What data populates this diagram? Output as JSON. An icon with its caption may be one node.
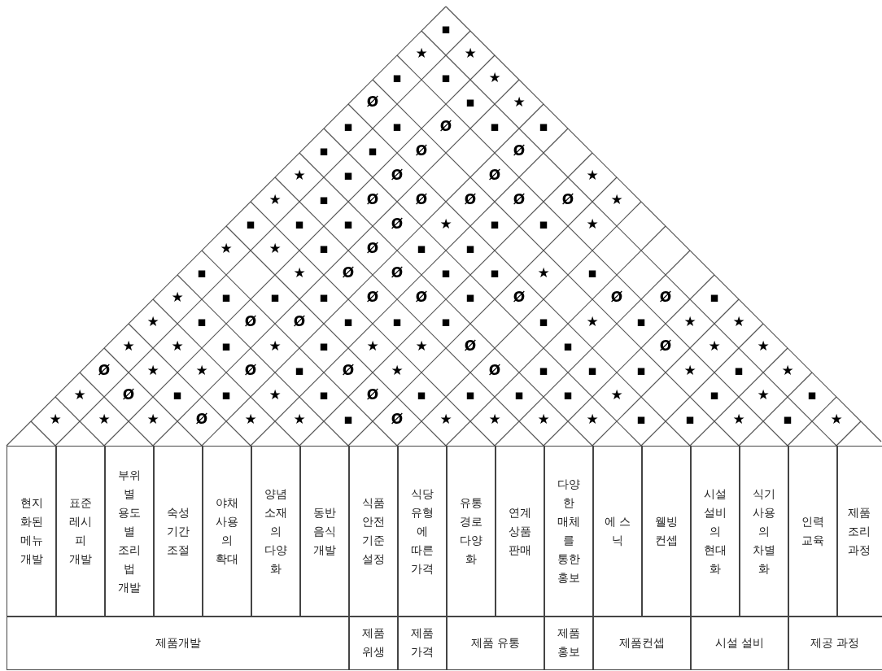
{
  "diagram": {
    "nodes": [
      {
        "text": [
          "현지 화된 메뉴 개발"
        ]
      },
      {
        "text": [
          "표준 레시 피 개발"
        ]
      },
      {
        "text": [
          "부위 별 용도 별 조리 법 개발"
        ]
      },
      {
        "text": [
          "숙성 기간 조절"
        ]
      },
      {
        "text": [
          "야채 사용 의 확대"
        ]
      },
      {
        "text": [
          "양념 소재 의 다양 화"
        ]
      },
      {
        "text": [
          "동반 음식 개발"
        ]
      },
      {
        "text": [
          "식품 안전 기준 설정"
        ]
      },
      {
        "text": [
          "식당 유형 에 따른 가격"
        ]
      },
      {
        "text": [
          "유통 경로 다양 화"
        ]
      },
      {
        "text": [
          "연계 상품 판매"
        ]
      },
      {
        "text": [
          "다양 한 매체 를 통한 홍보"
        ]
      },
      {
        "text": [
          "에 스 닉"
        ]
      },
      {
        "text": [
          "웰빙 컨셉"
        ]
      },
      {
        "text": [
          "시설 설비 의 현대 화"
        ]
      },
      {
        "text": [
          "식기 사용 의 차별 화"
        ]
      },
      {
        "text": [
          "인력 교육"
        ]
      },
      {
        "text": [
          "제품 조리 과정"
        ]
      },
      {
        "text": [
          "제품개발"
        ]
      },
      {
        "text": [
          "제품 위생"
        ]
      },
      {
        "text": [
          "제품 가격"
        ]
      },
      {
        "text": [
          "제품 유통"
        ]
      },
      {
        "text": [
          "제품 홍보"
        ]
      },
      {
        "text": [
          "제품컨셉"
        ]
      },
      {
        "text": [
          "시설 설비"
        ]
      },
      {
        "text": [
          "제공 과정"
        ]
      }
    ],
    "labels": [
      "▪",
      "★",
      "★",
      "▪",
      "▪",
      "★",
      "Ø",
      "▪",
      "★",
      "▪",
      "▪",
      "Ø",
      "▪",
      "▪",
      "▪",
      "▪",
      "Ø",
      "Ø",
      "★",
      "▪",
      "Ø",
      "Ø",
      "★",
      "★",
      "▪",
      "Ø",
      "Ø",
      "Ø",
      "Ø",
      "Ø",
      "★",
      "▪",
      "▪",
      "▪",
      "Ø",
      "★",
      "▪",
      "▪",
      "★",
      "★",
      "★",
      "▪",
      "Ø",
      "▪",
      "▪",
      "▪",
      "★",
      "Ø",
      "Ø",
      "▪",
      "▪",
      "★",
      "▪",
      "★",
      "▪",
      "▪",
      "▪",
      "Ø",
      "Ø",
      "▪",
      "Ø",
      "Ø",
      "Ø",
      "▪",
      "★",
      "▪",
      "Ø",
      "Ø",
      "▪",
      "▪",
      "▪",
      "▪",
      "★",
      "▪",
      "★",
      "★",
      "★",
      "★",
      "▪",
      "★",
      "▪",
      "★",
      "★",
      "Ø",
      "▪",
      "Ø",
      "★",
      "★",
      "Ø",
      "★",
      "★",
      "Ø",
      "▪",
      "Ø",
      "★",
      "Ø",
      "▪",
      "▪",
      "▪",
      "★",
      "▪",
      "★",
      "★",
      "Ø",
      "▪",
      "▪",
      "★",
      "▪",
      "Ø",
      "▪",
      "▪",
      "▪",
      "▪",
      "★",
      "▪",
      "★",
      "▪",
      "★",
      "★",
      "★",
      "Ø",
      "★",
      "★",
      "▪",
      "Ø",
      "★",
      "★",
      "★",
      "★",
      "▪",
      "▪",
      "★",
      "▪",
      "★"
    ]
  }
}
